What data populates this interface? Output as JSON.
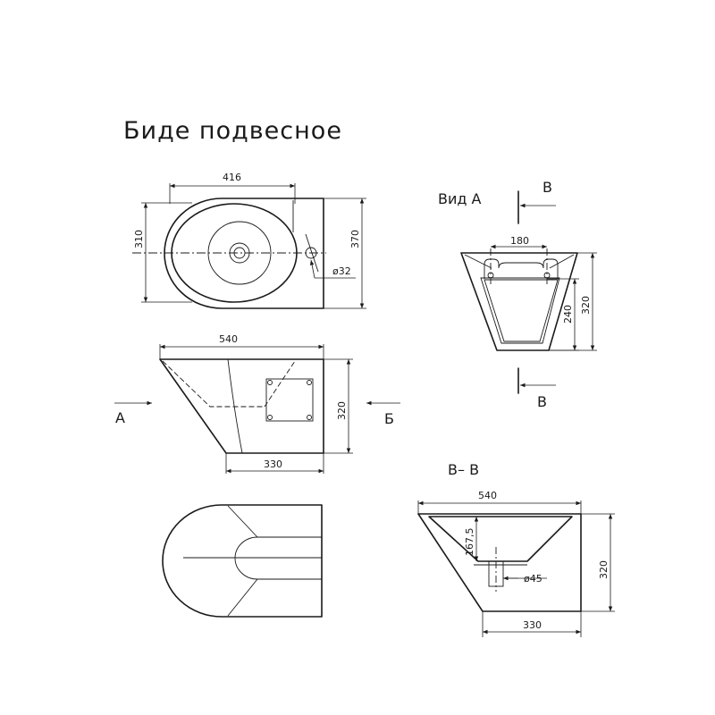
{
  "title": "Биде подвесное",
  "top_view": {
    "width": "416",
    "height_outer": "370",
    "height_bowl": "310",
    "hole": "ø32"
  },
  "view_a": {
    "title": "Вид А",
    "section": "В",
    "width_top": "180",
    "height_inner": "240",
    "height": "320"
  },
  "side_view": {
    "width_top": "540",
    "width_bottom": "330",
    "height": "320",
    "arrow_a": "А",
    "arrow_b": "Б"
  },
  "section_bb": {
    "title": "В– В",
    "width_top": "540",
    "width_bottom": "330",
    "height": "320",
    "depth": "167,5",
    "drain": "ø45"
  }
}
